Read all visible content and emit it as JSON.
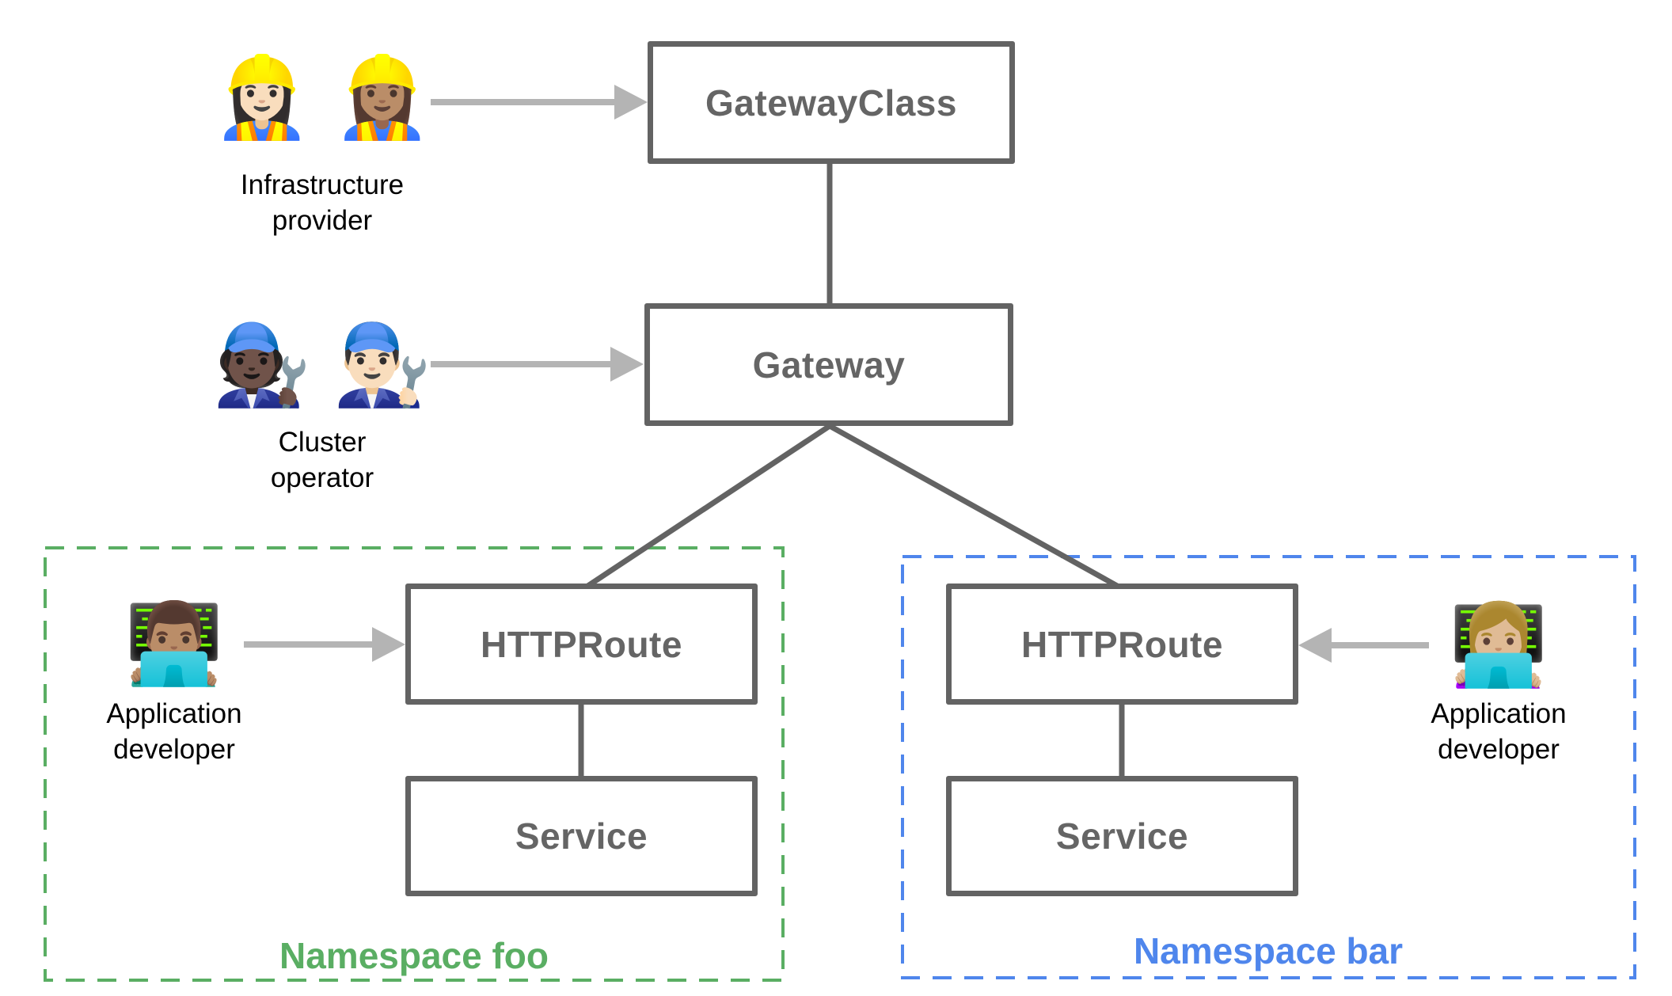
{
  "colors": {
    "box_border_gray": "#636363",
    "box_label_gray": "#656565",
    "connector_gray": "#636363",
    "arrow_gray": "#b4b4b4",
    "namespace_foo_green": "#5aae63",
    "namespace_bar_blue": "#4f86ec",
    "persona_text_black": "#000000",
    "background": "#ffffff"
  },
  "nodes": {
    "gateway_class": "GatewayClass",
    "gateway": "Gateway",
    "httproute_foo": "HTTPRoute",
    "service_foo": "Service",
    "httproute_bar": "HTTPRoute",
    "service_bar": "Service"
  },
  "namespaces": {
    "foo": "Namespace foo",
    "bar": "Namespace bar"
  },
  "personas": {
    "infrastructure_provider": {
      "emoji": "👷🏻‍♀️ 👷🏽‍♀️",
      "lines": [
        "Infrastructure",
        "provider"
      ]
    },
    "cluster_operator": {
      "emoji": "🧑🏿‍🔧 👨🏻‍🔧",
      "lines": [
        "Cluster",
        "operator"
      ]
    },
    "application_developer_foo": {
      "emoji": "👨🏽‍💻",
      "lines": [
        "Application",
        "developer"
      ]
    },
    "application_developer_bar": {
      "emoji": "👩🏼‍💻",
      "lines": [
        "Application",
        "developer"
      ]
    }
  }
}
